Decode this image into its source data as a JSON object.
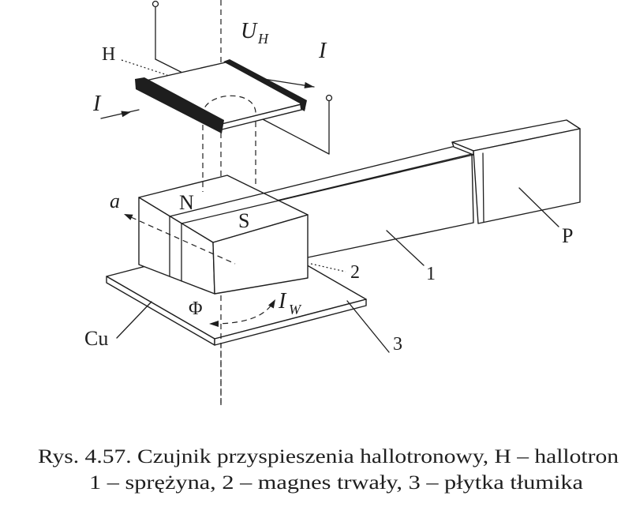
{
  "colors": {
    "ink": "#1e1e1e",
    "paper": "#ffffff"
  },
  "labels": {
    "hall_voltage": "U",
    "hall_voltage_subscript": "H",
    "current_exit": "I",
    "hall_element": "H",
    "current_entry": "I",
    "acceleration": "a",
    "pole_north": "N",
    "pole_south": "S",
    "clamp": "P",
    "spring_number": "1",
    "magnet_number": "2",
    "flux": "Φ",
    "eddy_current": "I",
    "eddy_current_subscript": "W",
    "damper_material": "Cu",
    "damper_number": "3"
  },
  "caption": {
    "line1": "Rys. 4.57. Czujnik przyspieszenia hallotronowy, H – hallotron",
    "line2": "1 – sprężyna, 2 – magnes trwały, 3 – płytka tłumika"
  }
}
